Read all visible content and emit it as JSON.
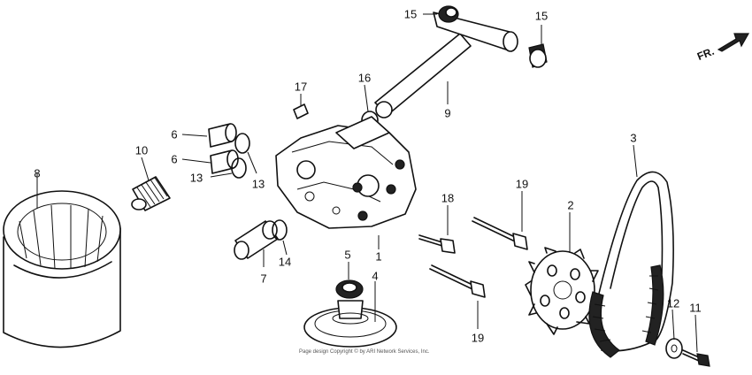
{
  "callouts": {
    "c1": "1",
    "c2": "2",
    "c3": "3",
    "c4": "4",
    "c5": "5",
    "c6a": "6",
    "c6b": "6",
    "c7": "7",
    "c8": "8",
    "c9": "9",
    "c10": "10",
    "c11": "11",
    "c12": "12",
    "c13a": "13",
    "c13b": "13",
    "c14": "14",
    "c15a": "15",
    "c15b": "15",
    "c16": "16",
    "c17": "17",
    "c18": "18",
    "c19a": "19",
    "c19b": "19"
  },
  "direction_label": "FR.",
  "copyright": "Page design Copyright © by ARI Network Services, Inc."
}
